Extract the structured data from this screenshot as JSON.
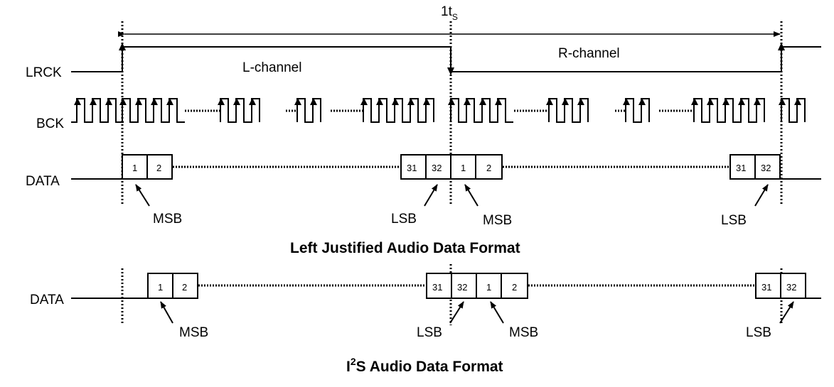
{
  "period": {
    "prefix": "1t",
    "subscript": "S"
  },
  "signals": {
    "lrck": "LRCK",
    "bck": "BCK",
    "data": "DATA"
  },
  "channels": {
    "left": "L-channel",
    "right": "R-channel"
  },
  "markers": {
    "msb": "MSB",
    "lsb": "LSB"
  },
  "bits": {
    "first": "1",
    "second": "2",
    "penultimate": "31",
    "last": "32"
  },
  "titles": {
    "left_justified": "Left Justified Audio Data Format",
    "i2s_prefix": "I",
    "i2s_sup": "2",
    "i2s_rest": "S Audio Data Format"
  }
}
